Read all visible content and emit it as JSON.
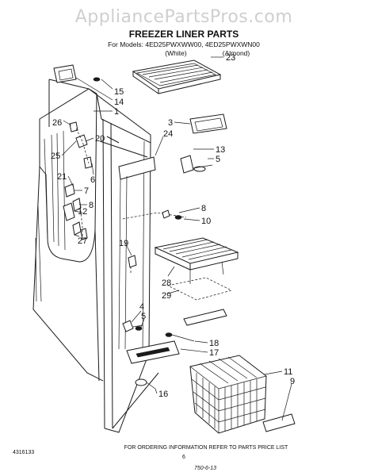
{
  "watermark": "AppliancePartsPros.com",
  "title": "FREEZER LINER PARTS",
  "models_line": "For Models: 4ED25PWXWW00, 4ED25PWXWN00",
  "color_white": "(White)",
  "color_almond": "(Almond)",
  "footer_doc": "4316133",
  "footer_note": "FOR ORDERING INFORMATION REFER TO PARTS PRICE LIST",
  "footer_page": "6",
  "footer_handwritten": "750-6-13",
  "callouts": [
    "23",
    "15",
    "14",
    "1",
    "26",
    "20",
    "25",
    "6",
    "21",
    "7",
    "12",
    "8",
    "27",
    "3",
    "24",
    "13",
    "5",
    "8",
    "10",
    "19",
    "28",
    "29",
    "4",
    "5",
    "18",
    "17",
    "16",
    "11",
    "9"
  ]
}
